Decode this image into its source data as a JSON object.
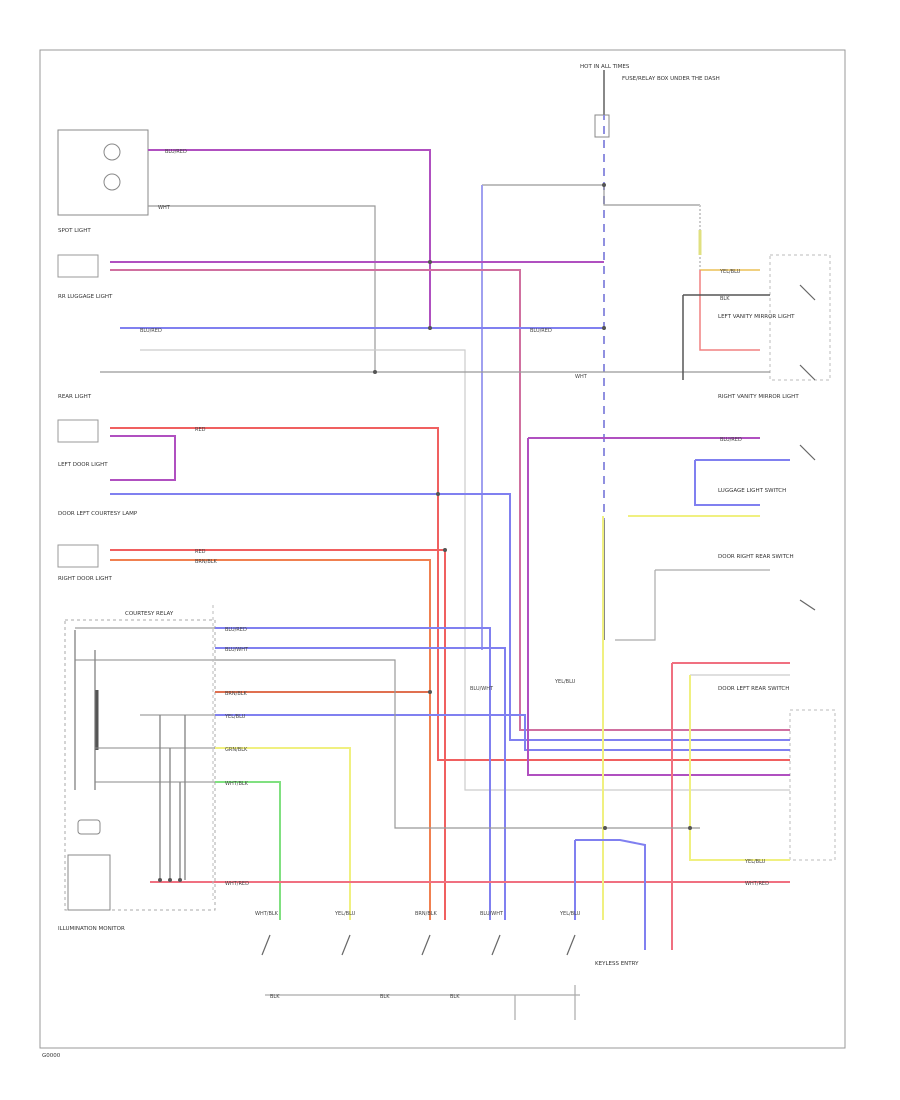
{
  "components": {
    "fuse": "HOT IN ALL TIMES",
    "fuse_note": "FUSE/RELAY BOX UNDER THE DASH",
    "right_spot": "SPOT LIGHT",
    "luggage_light": "RR LUGGAGE LIGHT",
    "rear_light": "REAR LIGHT",
    "left_door_light": "LEFT DOOR LIGHT",
    "door_note": "DOOR LEFT COURTESY LAMP",
    "right_door_light": "RIGHT DOOR LIGHT",
    "courtesy_relay": "COURTESY RELAY",
    "illum_monitor": "ILLUMINATION MONITOR",
    "left_vanity": "LEFT VANITY MIRROR LIGHT",
    "right_vanity": "RIGHT VANITY MIRROR LIGHT",
    "luggage_switch": "LUGGAGE LIGHT SWITCH",
    "door_switch_rr": "DOOR RIGHT REAR SWITCH",
    "door_switch_lr": "DOOR LEFT REAR SWITCH",
    "keyless": "KEYLESS ENTRY",
    "footer": "G0000"
  },
  "wires": {
    "blu_red": "BLU/RED",
    "wht": "WHT",
    "red": "RED",
    "yel_blu": "YEL/BLU",
    "blu_wht": "BLU/WHT",
    "brn_blk": "BRN/BLK",
    "wht_red": "WHT/RED",
    "grn_blk": "GRN/BLK",
    "wht_blk": "WHT/BLK",
    "blk": "BLK"
  }
}
